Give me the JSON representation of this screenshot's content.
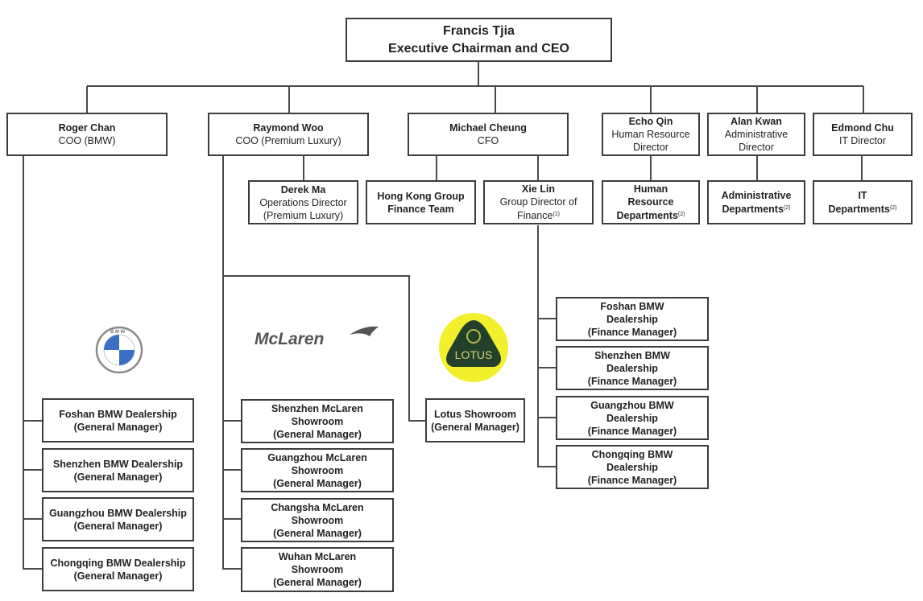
{
  "ceo": {
    "name": "Francis Tjia",
    "title": "Executive Chairman and CEO"
  },
  "executives": [
    {
      "id": "roger",
      "name": "Roger Chan",
      "title": "COO (BMW)"
    },
    {
      "id": "raymond",
      "name": "Raymond Woo",
      "title": "COO (Premium Luxury)"
    },
    {
      "id": "michael",
      "name": "Michael Cheung",
      "title": "CFO"
    },
    {
      "id": "echo",
      "name": "Echo Qin",
      "title": "Human Resource Director"
    },
    {
      "id": "alan",
      "name": "Alan Kwan",
      "title": "Administrative Director"
    },
    {
      "id": "edmond",
      "name": "Edmond Chu",
      "title": "IT Director"
    }
  ],
  "second_level": {
    "derek": {
      "name": "Derek Ma",
      "title": "Operations Director (Premium Luxury)"
    },
    "hk_finance": {
      "title": "Hong Kong Group Finance Team"
    },
    "xie_lin": {
      "name": "Xie Lin",
      "title": "Group Director of Finance",
      "note": "(1)"
    },
    "hr_depts": {
      "title": "Human Resource Departments",
      "note": "(2)"
    },
    "admin_depts": {
      "title": "Administrative Departments",
      "note": "(2)"
    },
    "it_depts": {
      "title": "IT Departments",
      "note": "(2)"
    }
  },
  "brands": {
    "bmw": {
      "logo": "bmw-logo",
      "label": "BMW"
    },
    "mclaren": {
      "logo": "mclaren-logo",
      "label": "McLaren"
    },
    "lotus": {
      "logo": "lotus-logo",
      "label": "LOTUS",
      "colors": {
        "yellow": "#f0ee2a",
        "green": "#1f3a20"
      }
    }
  },
  "bmw_dealerships": [
    {
      "line1": "Foshan BMW Dealership",
      "line2": "(General Manager)"
    },
    {
      "line1": "Shenzhen BMW Dealership",
      "line2": "(General Manager)"
    },
    {
      "line1": "Guangzhou BMW Dealership",
      "line2": "(General Manager)"
    },
    {
      "line1": "Chongqing BMW Dealership",
      "line2": "(General Manager)"
    }
  ],
  "mclaren_showrooms": [
    {
      "line1": "Shenzhen McLaren",
      "line2": "Showroom",
      "line3": "(General Manager)"
    },
    {
      "line1": "Guangzhou McLaren",
      "line2": "Showroom",
      "line3": "(General Manager)"
    },
    {
      "line1": "Changsha McLaren",
      "line2": "Showroom",
      "line3": "(General Manager)"
    },
    {
      "line1": "Wuhan McLaren",
      "line2": "Showroom",
      "line3": "(General Manager)"
    }
  ],
  "lotus_showroom": {
    "line1": "Lotus Showroom",
    "line2": "(General Manager)"
  },
  "finance_managers": [
    {
      "line1": "Foshan BMW",
      "line2": "Dealership",
      "line3": "(Finance Manager)"
    },
    {
      "line1": "Shenzhen BMW",
      "line2": "Dealership",
      "line3": "(Finance Manager)"
    },
    {
      "line1": "Guangzhou BMW",
      "line2": "Dealership",
      "line3": "(Finance Manager)"
    },
    {
      "line1": "Chongqing BMW",
      "line2": "Dealership",
      "line3": "(Finance Manager)"
    }
  ]
}
